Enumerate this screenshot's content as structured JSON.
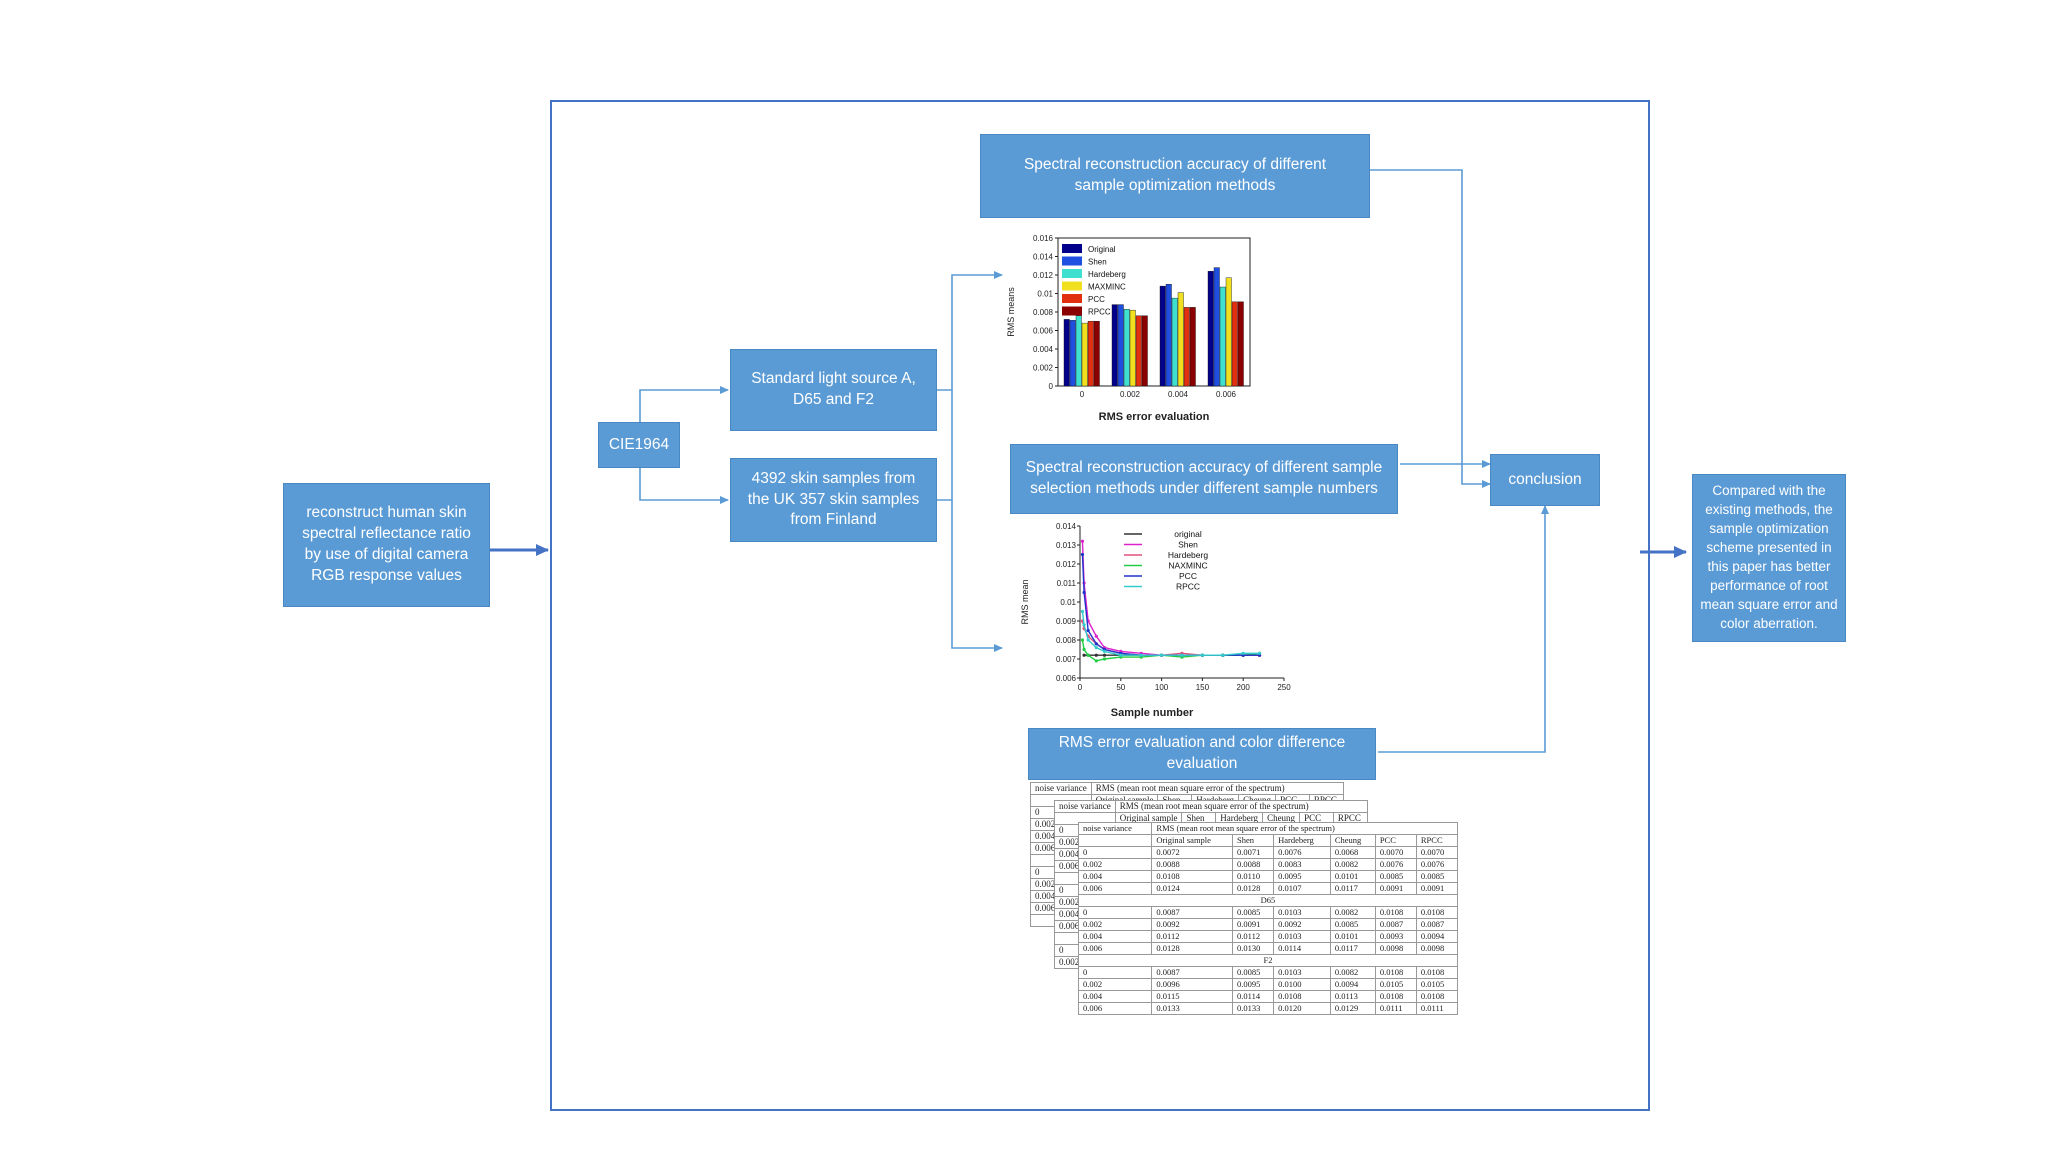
{
  "input_text": "reconstruct human skin spectral reflectance ratio by use of digital camera RGB response values",
  "cie_text": "CIE1964",
  "light_text": "Standard light source A, D65 and F2",
  "samples_text": "4392 skin samples from the UK 357 skin samples from Finland",
  "optimization_text": "Spectral reconstruction accuracy of different sample optimization methods",
  "selection_text": "Spectral reconstruction accuracy of different sample selection methods under different sample numbers",
  "rms_eval_text": "RMS error evaluation and color difference evaluation",
  "conclusion_text": "conclusion",
  "output_text": "Compared with the existing methods, the sample optimization scheme presented in this paper has better performance of root mean square error and color aberration.",
  "colors": {
    "box": "#5b9bd5",
    "arrow": "#5b9bd5",
    "frame": "#4472c4"
  },
  "chart_data": [
    {
      "type": "bar",
      "xlabel": "RMS error evaluation",
      "ylabel": "RMS means",
      "categories": [
        "0",
        "0.002",
        "0.004",
        "0.006"
      ],
      "ylim": [
        0,
        0.016
      ],
      "yticks": [
        "0",
        "0.002",
        "0.004",
        "0.006",
        "0.008",
        "0.01",
        "0.012",
        "0.014",
        "0.016"
      ],
      "legend": "top-left",
      "series": [
        {
          "name": "Original",
          "color": "#00008b",
          "values": [
            0.0072,
            0.0088,
            0.0108,
            0.0124
          ]
        },
        {
          "name": "Shen",
          "color": "#1f4fe0",
          "values": [
            0.0071,
            0.0088,
            0.011,
            0.0128
          ]
        },
        {
          "name": "Hardeberg",
          "color": "#40e0d0",
          "values": [
            0.0076,
            0.0083,
            0.0095,
            0.0107
          ]
        },
        {
          "name": "MAXMINC",
          "color": "#f0e020",
          "values": [
            0.0068,
            0.0082,
            0.0101,
            0.0117
          ]
        },
        {
          "name": "PCC",
          "color": "#e03010",
          "values": [
            0.007,
            0.0076,
            0.0085,
            0.0091
          ]
        },
        {
          "name": "RPCC",
          "color": "#8b0000",
          "values": [
            0.007,
            0.0076,
            0.0085,
            0.0091
          ]
        }
      ]
    },
    {
      "type": "line",
      "xlabel": "Sample number",
      "ylabel": "RMS mean",
      "xlim": [
        0,
        250
      ],
      "xticks": [
        "0",
        "50",
        "100",
        "150",
        "200",
        "250"
      ],
      "ylim": [
        0.006,
        0.014
      ],
      "yticks": [
        "0.006",
        "0.007",
        "0.008",
        "0.009",
        "0.01",
        "0.011",
        "0.012",
        "0.013",
        "0.014"
      ],
      "legend": "top-right",
      "series": [
        {
          "name": "original",
          "color": "#333333",
          "x": [
            5,
            10,
            20,
            30,
            50,
            75,
            100,
            125,
            150,
            175,
            200,
            220
          ],
          "y": [
            0.0072,
            0.0072,
            0.0072,
            0.0072,
            0.0072,
            0.0072,
            0.0072,
            0.0072,
            0.0072,
            0.0072,
            0.0072,
            0.0072
          ]
        },
        {
          "name": "Shen",
          "color": "#dd22cc",
          "x": [
            3,
            5,
            10,
            20,
            30,
            50,
            75,
            100,
            125,
            150,
            175,
            200,
            220
          ],
          "y": [
            0.0132,
            0.011,
            0.009,
            0.0082,
            0.0076,
            0.0074,
            0.0073,
            0.0072,
            0.0072,
            0.0072,
            0.0072,
            0.0072,
            0.0072
          ]
        },
        {
          "name": "Hardeberg",
          "color": "#e0507a",
          "x": [
            3,
            5,
            10,
            20,
            30,
            50,
            75,
            100,
            125,
            150,
            175,
            200,
            220
          ],
          "y": [
            0.009,
            0.0086,
            0.0082,
            0.0078,
            0.0075,
            0.0073,
            0.0072,
            0.0072,
            0.0073,
            0.0072,
            0.0072,
            0.0072,
            0.0072
          ]
        },
        {
          "name": "NAXMINC",
          "color": "#22cc44",
          "x": [
            3,
            5,
            10,
            20,
            30,
            50,
            75,
            100,
            125,
            150,
            175,
            200,
            220
          ],
          "y": [
            0.008,
            0.0075,
            0.0072,
            0.0069,
            0.007,
            0.0071,
            0.0071,
            0.0072,
            0.0071,
            0.0072,
            0.0072,
            0.0072,
            0.0073
          ]
        },
        {
          "name": "PCC",
          "color": "#2233cc",
          "x": [
            3,
            5,
            10,
            20,
            30,
            50,
            75,
            100,
            125,
            150,
            175,
            200,
            220
          ],
          "y": [
            0.0125,
            0.0105,
            0.0085,
            0.0078,
            0.0075,
            0.0073,
            0.0072,
            0.0072,
            0.0072,
            0.0072,
            0.0072,
            0.0072,
            0.0072
          ]
        },
        {
          "name": "RPCC",
          "color": "#33cccc",
          "x": [
            3,
            5,
            10,
            20,
            30,
            50,
            75,
            100,
            125,
            150,
            175,
            200,
            220
          ],
          "y": [
            0.0095,
            0.0088,
            0.008,
            0.0076,
            0.0074,
            0.0072,
            0.0072,
            0.0072,
            0.0072,
            0.0072,
            0.0072,
            0.0073,
            0.0073
          ]
        }
      ]
    },
    {
      "type": "table",
      "header": [
        "noise variance",
        "RMS (mean root mean square error of the spectrum)"
      ],
      "columns": [
        "",
        "Original sample",
        "Shen",
        "Hardeberg",
        "Cheung",
        "PCC",
        "RPCC"
      ],
      "rows": [
        [
          "0",
          "0.0072",
          "0.0071",
          "0.0076",
          "0.0068",
          "0.0070",
          "0.0070"
        ],
        [
          "0.002",
          "0.0088",
          "0.0088",
          "0.0083",
          "0.0082",
          "0.0076",
          "0.0076"
        ],
        [
          "0.004",
          "0.0108",
          "0.0110",
          "0.0095",
          "0.0101",
          "0.0085",
          "0.0085"
        ],
        [
          "0.006",
          "0.0124",
          "0.0128",
          "0.0107",
          "0.0117",
          "0.0091",
          "0.0091"
        ],
        [
          "D65"
        ],
        [
          "0",
          "0.0087",
          "0.0085",
          "0.0103",
          "0.0082",
          "0.0108",
          "0.0108"
        ],
        [
          "0.002",
          "0.0092",
          "0.0091",
          "0.0092",
          "0.0085",
          "0.0087",
          "0.0087"
        ],
        [
          "0.004",
          "0.0112",
          "0.0112",
          "0.0103",
          "0.0101",
          "0.0093",
          "0.0094"
        ],
        [
          "0.006",
          "0.0128",
          "0.0130",
          "0.0114",
          "0.0117",
          "0.0098",
          "0.0098"
        ],
        [
          "F2"
        ],
        [
          "0",
          "0.0087",
          "0.0085",
          "0.0103",
          "0.0082",
          "0.0108",
          "0.0108"
        ],
        [
          "0.002",
          "0.0096",
          "0.0095",
          "0.0100",
          "0.0094",
          "0.0105",
          "0.0105"
        ],
        [
          "0.004",
          "0.0115",
          "0.0114",
          "0.0108",
          "0.0113",
          "0.0108",
          "0.0108"
        ],
        [
          "0.006",
          "0.0133",
          "0.0133",
          "0.0120",
          "0.0129",
          "0.0111",
          "0.0111"
        ]
      ]
    }
  ]
}
